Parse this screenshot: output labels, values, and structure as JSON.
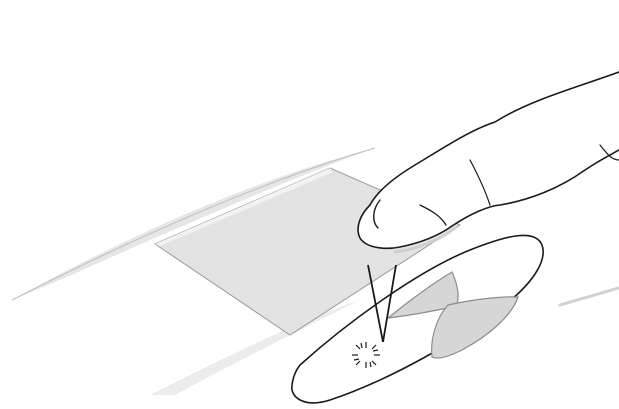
{
  "illustration": {
    "subject": "touchpad-click-with-left-button",
    "icons": [
      "laptop-palmrest",
      "touchpad",
      "finger",
      "left-button",
      "right-button",
      "click-indicator"
    ]
  },
  "colors": {
    "background": "#ffffff",
    "outline": "#1a1a1a",
    "palmrest_shadow": "#e6e6e6",
    "touchpad_fill": "#e3e3e3",
    "touchpad_edge": "#9a9a9a",
    "button_fill": "#d6d6d6",
    "button_edge": "#8c8c8c",
    "skin": "#ffffff"
  }
}
